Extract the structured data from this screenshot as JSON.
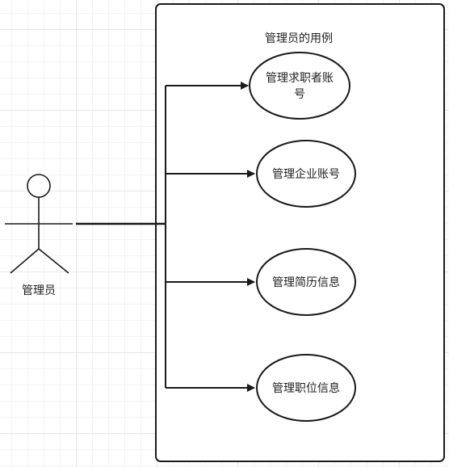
{
  "system": {
    "title": "管理员的用例"
  },
  "actor": {
    "label": "管理员"
  },
  "use_cases": [
    {
      "line1": "管理求职者账",
      "line2": "号"
    },
    {
      "line1": "管理企业账号",
      "line2": ""
    },
    {
      "line1": "管理简历信息",
      "line2": ""
    },
    {
      "line1": "管理职位信息",
      "line2": ""
    }
  ],
  "colors": {
    "stroke": "#1a1a1a",
    "fill": "#ffffff",
    "grid_major": "#e6e6e6",
    "grid_minor": "#f3f3f3"
  }
}
